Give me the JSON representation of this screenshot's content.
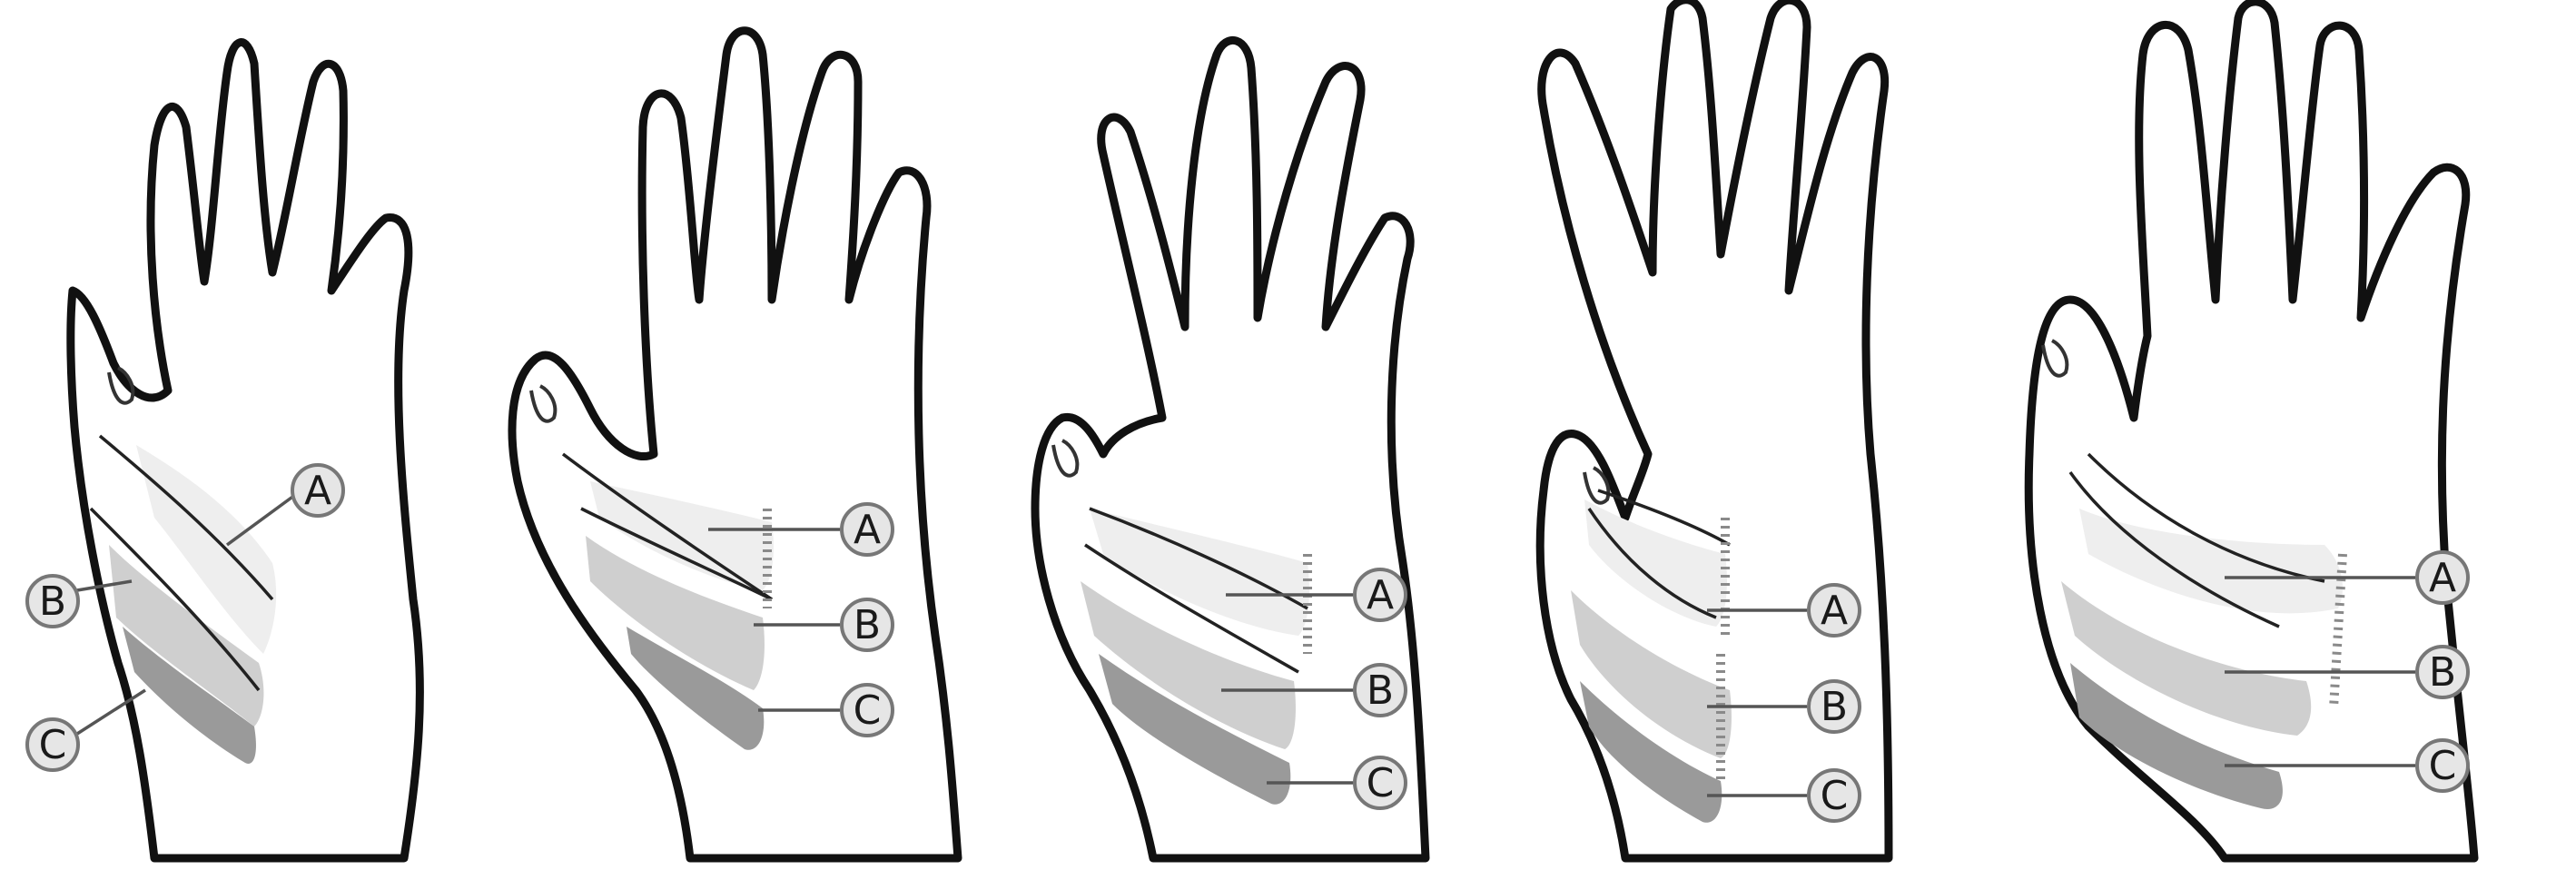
{
  "figure": {
    "hands": [
      {
        "labels": [
          "A",
          "B",
          "C"
        ]
      },
      {
        "labels": [
          "A",
          "B",
          "C"
        ]
      },
      {
        "labels": [
          "A",
          "B",
          "C"
        ]
      },
      {
        "labels": [
          "A",
          "B",
          "C"
        ]
      },
      {
        "labels": [
          "A",
          "B",
          "C"
        ]
      }
    ],
    "colors": {
      "outline": "#111111",
      "region_a": "#eeeeee",
      "region_b": "#cfcfcf",
      "region_c": "#9a9a9a",
      "label_fill": "#e6e6e6"
    }
  }
}
